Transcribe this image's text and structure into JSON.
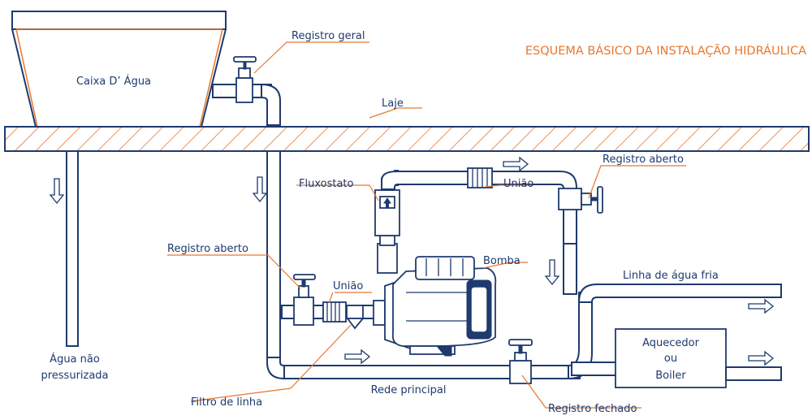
{
  "title": "ESQUEMA BÁSICO DA INSTALAÇÃO HIDRÁULICA",
  "labels": {
    "caixa": "Caixa D’ Água",
    "registro_geral": "Registro geral",
    "laje": "Laje",
    "fluxostato": "Fluxostato",
    "uniao_top": "União",
    "registro_aberto_right": "Registro aberto",
    "bomba": "Bomba",
    "registro_aberto_left": "Registro aberto",
    "uniao_left": "União",
    "linha_agua_fria": "Linha de água fria",
    "aquecedor_1": "Aquecedor",
    "aquecedor_2": "ou",
    "aquecedor_3": "Boiler",
    "agua_1": "Água não",
    "agua_2": "pressurizada",
    "rede_principal": "Rede principal",
    "filtro": "Filtro de linha",
    "registro_fechado": "Registro fechado"
  },
  "colors": {
    "line": "#1e3a6e",
    "accent": "#e8772e",
    "background": "#ffffff"
  }
}
